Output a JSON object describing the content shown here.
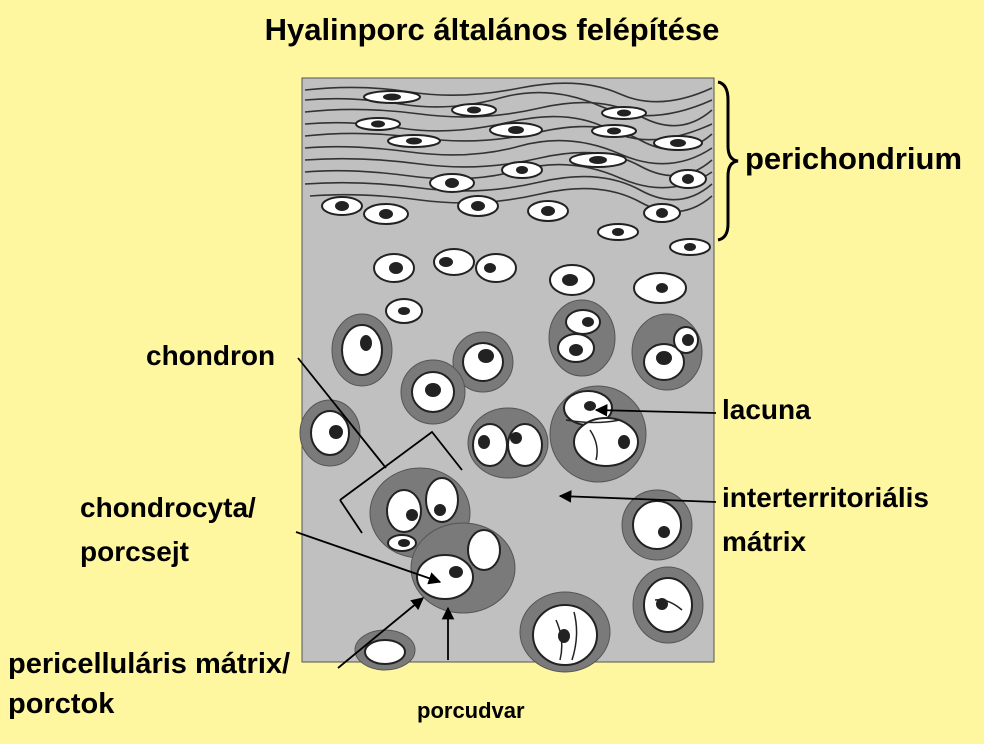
{
  "title": "Hyalinporc általános felépítése",
  "labels": {
    "perichondrium": "perichondrium",
    "chondron": "chondron",
    "lacuna": "lacuna",
    "interterritorial_line1": "interterritoriális",
    "interterritorial_line2": "mátrix",
    "chondrocyte_line1": "chondrocyta/",
    "chondrocyte_line2": "porcsejt",
    "pericellular_line1": "pericelluláris mátrix/",
    "pericellular_line2": "porctok",
    "porcudvar": "porcudvar"
  },
  "colors": {
    "background": "#FFF7A0",
    "tissue": "#C0C0C0",
    "territorial_matrix": "#7A7A7A",
    "lacuna": "#FFFFFF",
    "nucleus": "#222222"
  }
}
